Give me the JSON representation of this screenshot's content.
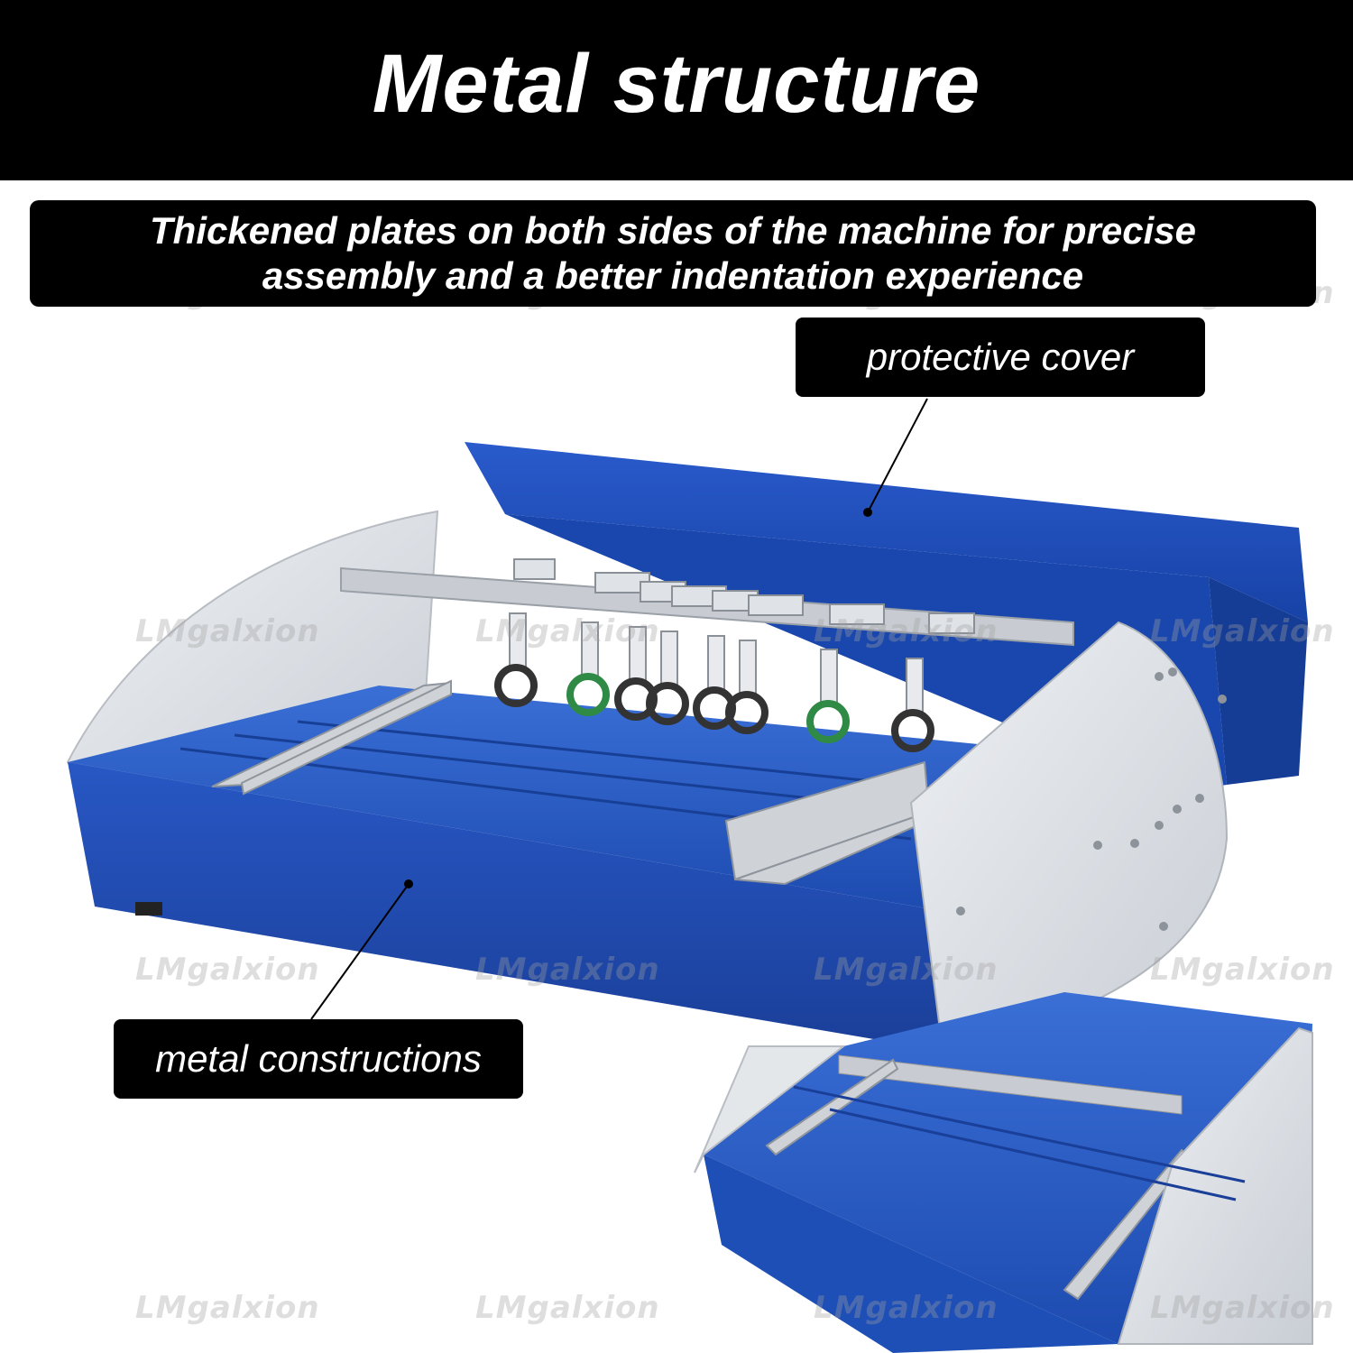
{
  "header": {
    "title": "Metal structure"
  },
  "subtitle": {
    "line1": "Thickened plates on both sides of the machine for precise",
    "line2": "assembly and a better indentation experience"
  },
  "callouts": {
    "cover": "protective cover",
    "metal": "metal constructions"
  },
  "watermark": {
    "text": "LMgalxion"
  },
  "colors": {
    "machine_blue": "#1f4fb5",
    "side_plate": "#d9dde2",
    "background": "#ffffff"
  }
}
